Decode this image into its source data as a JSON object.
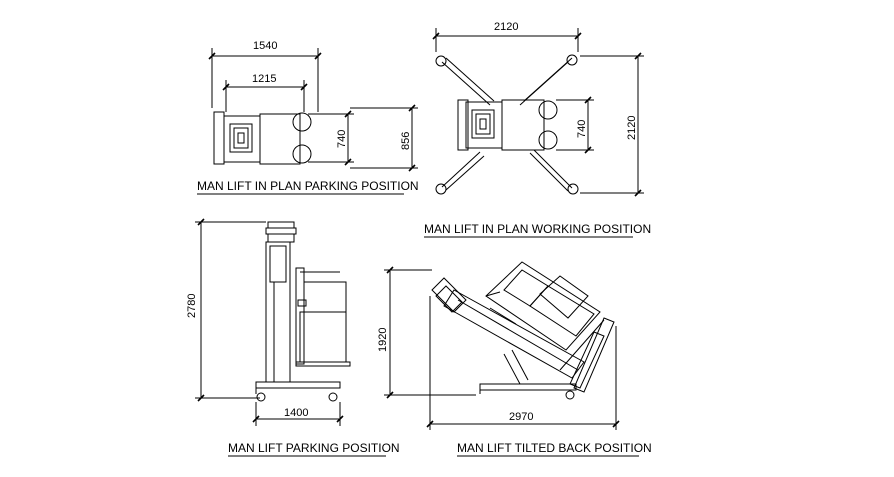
{
  "captions": {
    "plan_parking": "MAN LIFT IN PLAN PARKING POSITION",
    "plan_working": "MAN LIFT IN PLAN WORKING POSITION",
    "parking": "MAN LIFT PARKING POSITION",
    "tilted": "MAN LIFT TILTED BACK POSITION"
  },
  "dimensions": {
    "plan_parking_overall_length": "1540",
    "plan_parking_inner_length": "1215",
    "plan_parking_inner_width": "740",
    "plan_parking_overall_width": "856",
    "plan_working_length": "2120",
    "plan_working_inner_width": "740",
    "plan_working_width": "2120",
    "parking_height": "2780",
    "parking_length": "1400",
    "tilted_height": "1920",
    "tilted_length": "2970"
  },
  "colors": {
    "line": "#000000",
    "background": "#ffffff"
  }
}
